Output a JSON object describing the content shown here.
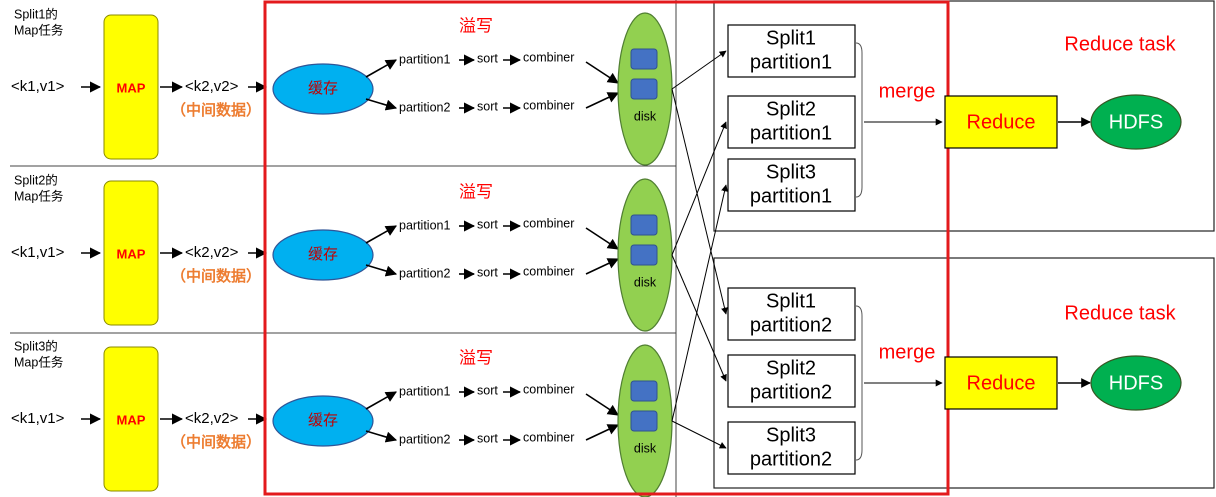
{
  "map_rows": [
    {
      "task_label": "Split1的\nMap任务",
      "input": "<k1,v1>",
      "map": "MAP",
      "output": "<k2,v2>",
      "output_note": "（中间数据）",
      "buffer": "缓存",
      "spill": "溢写",
      "p1": "partition1",
      "p2": "partition2",
      "sort": "sort",
      "combiner": "combiner",
      "disk": "disk"
    },
    {
      "task_label": "Split2的\nMap任务",
      "input": "<k1,v1>",
      "map": "MAP",
      "output": "<k2,v2>",
      "output_note": "（中间数据）",
      "buffer": "缓存",
      "spill": "溢写",
      "p1": "partition1",
      "p2": "partition2",
      "sort": "sort",
      "combiner": "combiner",
      "disk": "disk"
    },
    {
      "task_label": "Split3的\nMap任务",
      "input": "<k1,v1>",
      "map": "MAP",
      "output": "<k2,v2>",
      "output_note": "（中间数据）",
      "buffer": "缓存",
      "spill": "溢写",
      "p1": "partition1",
      "p2": "partition2",
      "sort": "sort",
      "combiner": "combiner",
      "disk": "disk"
    }
  ],
  "reduce_groups": [
    {
      "title": "Reduce task",
      "merge": "merge",
      "reduce": "Reduce",
      "hdfs": "HDFS",
      "splits": [
        "Split1\npartition1",
        "Split2\npartition1",
        "Split3\npartition1"
      ]
    },
    {
      "title": "Reduce task",
      "merge": "merge",
      "reduce": "Reduce",
      "hdfs": "HDFS",
      "splits": [
        "Split1\npartition2",
        "Split2\npartition2",
        "Split3\npartition2"
      ]
    }
  ],
  "colors": {
    "map_box": "#ffff00",
    "map_text": "#ff0000",
    "note_text": "#ed7d31",
    "buffer": "#00b0f0",
    "disk": "#92d050",
    "block": "#4472c4",
    "spill_text": "#ff0000",
    "highlight_frame": "#e31a1c",
    "hdfs": "#00b050",
    "reduce_title": "#ff0000"
  }
}
